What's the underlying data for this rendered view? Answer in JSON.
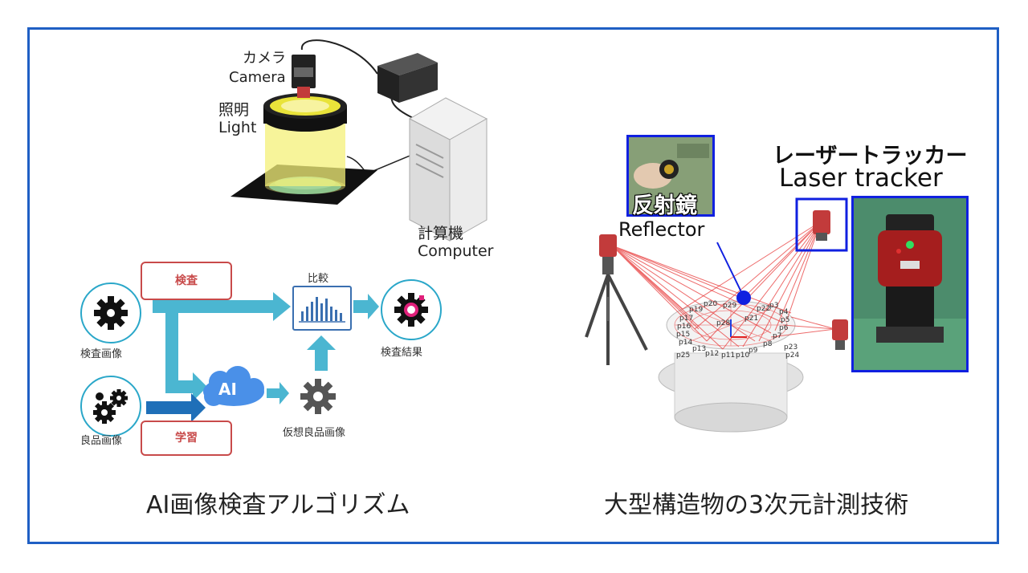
{
  "colors": {
    "frame": "#1f5fc4",
    "flow_arrow": "#4bb6d1",
    "learn_arrow": "#1f6fb8",
    "inspect_box": "#c84a4a",
    "reflector_dot": "#1020e0",
    "laser_line": "#e83a3a",
    "glow": "#f4f078"
  },
  "left": {
    "camera": {
      "ja": "カメラ",
      "en": "Camera"
    },
    "light": {
      "ja": "照明",
      "en": "Light"
    },
    "computer": {
      "ja": "計算機",
      "en": "Computer"
    },
    "flow": {
      "inspection_box": "検査",
      "learning_box": "学習",
      "compare": "比較",
      "inspection_image": "検査画像",
      "good_image": "良品画像",
      "ai": "AI",
      "virtual_good_image": "仮想良品画像",
      "inspection_result": "検査結果"
    },
    "caption": "AI画像検査アルゴリズム"
  },
  "right": {
    "reflector": {
      "ja": "反射鏡",
      "en": "Reflector"
    },
    "tracker": {
      "ja": "レーザートラッカー",
      "en": "Laser tracker"
    },
    "caption": "大型構造物の3次元計測技術",
    "points": [
      "p19",
      "p20",
      "p21",
      "p22",
      "p17",
      "p16",
      "p15",
      "p14",
      "p13",
      "p12",
      "p11",
      "p10",
      "p9",
      "p8",
      "p7",
      "p6",
      "p5",
      "p4",
      "p3",
      "p23",
      "p24",
      "p25",
      "p28",
      "p29"
    ]
  }
}
